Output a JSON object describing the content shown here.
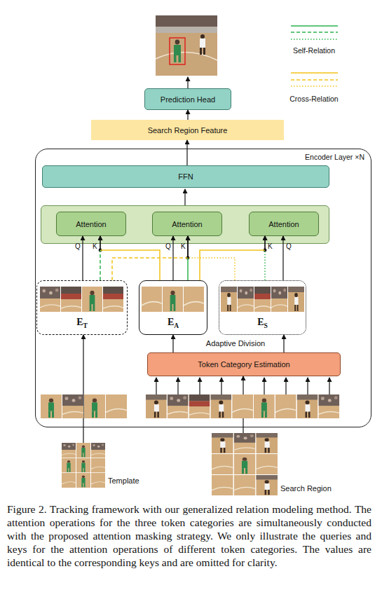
{
  "diagram": {
    "caption": "Figure 2. Tracking framework with our generalized relation modeling method. The attention operations for the three token categories are simultaneously conducted with the proposed attention masking strategy. We only illustrate the queries and keys for the attention operations of different token categories. The values are identical to the corresponding keys and are omitted for clarity.",
    "nodes": [
      {
        "text": [
          "Prediction Head"
        ]
      },
      {
        "text": [
          "Search Region Feature"
        ]
      },
      {
        "text": [
          "Encoder Layer ×N"
        ]
      },
      {
        "text": [
          "FFN"
        ],
        "in": 2
      },
      {
        "text": [
          "Attention"
        ],
        "in": 2
      },
      {
        "text": [
          "Attention"
        ],
        "in": 2
      },
      {
        "text": [
          "Attention"
        ],
        "in": 2
      },
      {
        "text": [
          "E",
          "T"
        ],
        "in": 2
      },
      {
        "text": [
          "E",
          "A"
        ],
        "in": 2
      },
      {
        "text": [
          "E",
          "S"
        ],
        "in": 2
      },
      {
        "text": [
          "Token Category Estimation"
        ],
        "in": 2
      },
      {
        "text": [
          "Template"
        ]
      },
      {
        "text": [
          "Search Region"
        ]
      }
    ],
    "edges": [
      {
        "from": 1,
        "to": 0,
        "arrow": "to"
      },
      {
        "from": 3,
        "to": 1,
        "arrow": "to"
      },
      {
        "from": 10,
        "to": 8,
        "label": "Adaptive Division",
        "arrow": "to"
      },
      {
        "from": 10,
        "to": 9,
        "arrow": "to"
      },
      {
        "from": 7,
        "to": 4,
        "arrow": "to"
      },
      {
        "from": 7,
        "to": 4,
        "arrow": "to"
      },
      {
        "from": 8,
        "to": 4,
        "arrow": "to"
      },
      {
        "from": 8,
        "to": 5,
        "arrow": "to"
      },
      {
        "from": 8,
        "to": 5,
        "arrow": "to"
      },
      {
        "from": 7,
        "to": 5,
        "arrow": "to"
      },
      {
        "from": 9,
        "to": 5,
        "arrow": "to"
      },
      {
        "from": 9,
        "to": 6,
        "arrow": "to"
      },
      {
        "from": 9,
        "to": 6,
        "arrow": "to"
      },
      {
        "from": 8,
        "to": 6,
        "arrow": "to"
      },
      {
        "from": 11,
        "to": 7,
        "arrow": "to"
      },
      {
        "from": 12,
        "to": 10,
        "arrow": "to"
      }
    ],
    "labels": [
      "Q",
      "K",
      "Q",
      "K",
      "K",
      "Q"
    ],
    "legend": [
      {
        "text": "Self-Relation"
      },
      {
        "text": "Cross-Relation"
      }
    ]
  }
}
